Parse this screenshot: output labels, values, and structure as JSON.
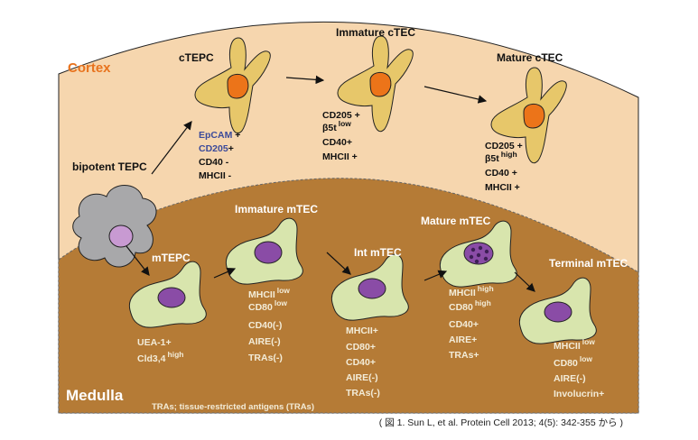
{
  "colors": {
    "cortex": "#f6d6ae",
    "medulla": "#b57b36",
    "ctec_cell": "#e7c76a",
    "ctec_nucleus": "#ec7419",
    "mtec_cell": "#d8e5ad",
    "mtec_nucleus": "#8a4ca6",
    "tepc_cell": "#a8a8aa",
    "tepc_nucleus": "#c89ad2",
    "cortex_label": "#e8731e",
    "marker_blue": "#3b4a9a",
    "medulla_text": "#f3ecd8"
  },
  "regions": {
    "cortex": "Cortex",
    "medulla": "Medulla"
  },
  "cells": {
    "bipotent": "bipotent TEPC",
    "ctepc": "cTEPC",
    "immature_ctec": "Immature cTEC",
    "mature_ctec": "Mature cTEC",
    "mtepc": "mTEPC",
    "immature_mtec": "Immature mTEC",
    "int_mtec": "Int mTEC",
    "mature_mtec": "Mature mTEC",
    "terminal_mtec": "Terminal mTEC"
  },
  "markers": {
    "ctepc": [
      {
        "text": "EpCAM",
        "suffix": " +",
        "color": "blue"
      },
      {
        "text": "CD205",
        "suffix": "+",
        "color": "blue"
      },
      {
        "text": "CD40",
        "suffix": "  -"
      },
      {
        "text": "MHCII",
        "suffix": "  -"
      }
    ],
    "immature_ctec": [
      {
        "text": "CD205 +"
      },
      {
        "text": "β5t",
        "sup": "low"
      },
      {
        "text": "CD40+"
      },
      {
        "text": "MHCII +"
      }
    ],
    "mature_ctec": [
      {
        "text": "CD205 +"
      },
      {
        "text": "β5t",
        "sup": "high"
      },
      {
        "text": "CD40 +"
      },
      {
        "text": "MHCII +"
      }
    ],
    "mtepc": [
      {
        "text": "UEA-1+"
      },
      {
        "text": "Cld3,4",
        "sup": "high"
      }
    ],
    "immature_mtec": [
      {
        "text": "MHCII",
        "sup": "low"
      },
      {
        "text": "CD80",
        "sup": "low"
      },
      {
        "text": "CD40(-)"
      },
      {
        "text": "AIRE(-)"
      },
      {
        "text": "TRAs(-)"
      }
    ],
    "int_mtec": [
      {
        "text": "MHCII+"
      },
      {
        "text": "CD80+"
      },
      {
        "text": "CD40+"
      },
      {
        "text": "AIRE(-)"
      },
      {
        "text": "TRAs(-)"
      }
    ],
    "mature_mtec": [
      {
        "text": "MHCII",
        "sup": "high"
      },
      {
        "text": "CD80",
        "sup": "high"
      },
      {
        "text": "CD40+"
      },
      {
        "text": "AIRE+"
      },
      {
        "text": "TRAs+"
      }
    ],
    "terminal_mtec": [
      {
        "text": "MHCII",
        "sup": "low"
      },
      {
        "text": "CD80",
        "sup": "low"
      },
      {
        "text": "AIRE(-)"
      },
      {
        "text": "Involucrin+"
      }
    ]
  },
  "footnote": "TRAs; tissue-restricted antigens (TRAs)",
  "citation": "( 図 1. Sun L, et al.  Protein Cell 2013; 4(5): 342-355 から )"
}
